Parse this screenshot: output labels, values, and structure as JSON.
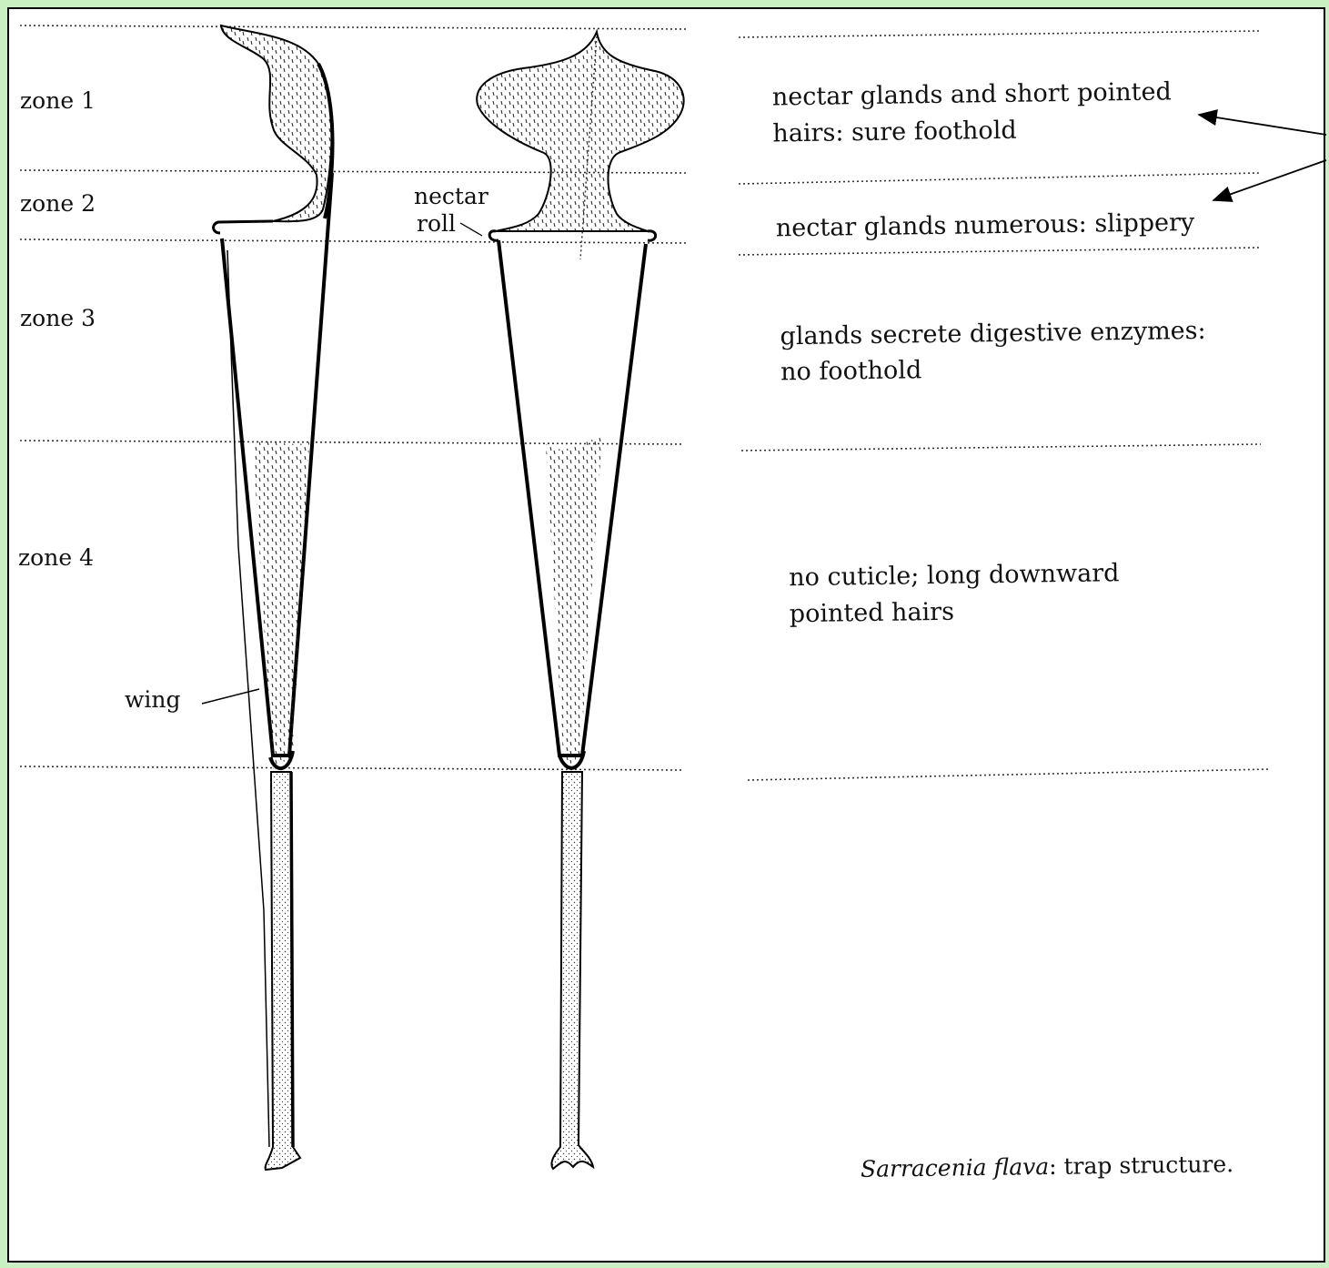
{
  "zones": [
    {
      "label": "zone 1"
    },
    {
      "label": "zone 2"
    },
    {
      "label": "zone 3"
    },
    {
      "label": "zone 4"
    }
  ],
  "descriptions": [
    {
      "lines": [
        "nectar glands and short pointed",
        "hairs: sure foothold"
      ]
    },
    {
      "lines": [
        "nectar glands numerous: slippery"
      ]
    },
    {
      "lines": [
        "glands secrete digestive enzymes:",
        "no foothold"
      ]
    },
    {
      "lines": [
        "no cuticle; long downward",
        "pointed hairs"
      ]
    }
  ],
  "annotations": {
    "nectar_roll_line1": "nectar",
    "nectar_roll_line2": "roll",
    "wing": "wing"
  },
  "caption": {
    "species": "Sarracenia flava",
    "text": ": trap structure."
  },
  "colors": {
    "border": "#c8f0c0",
    "ink": "#111111"
  }
}
